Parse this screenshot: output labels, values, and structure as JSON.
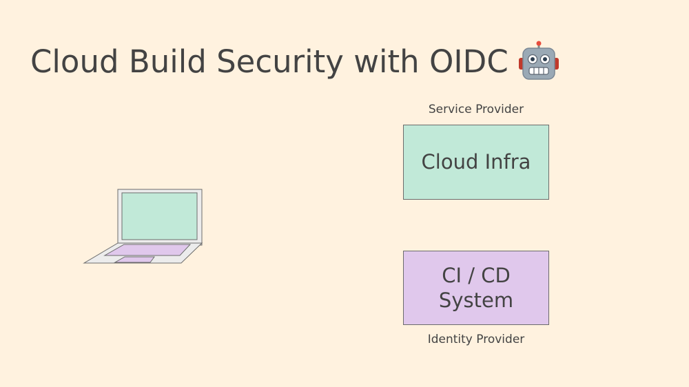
{
  "slide": {
    "title": "Cloud Build Security with OIDC",
    "title_icon": "robot-face-icon"
  },
  "diagram": {
    "service_provider": {
      "caption": "Service Provider",
      "label": "Cloud Infra",
      "fill": "#c1e9d8"
    },
    "identity_provider": {
      "caption": "Identity Provider",
      "label_line1": "CI / CD",
      "label_line2": "System",
      "fill": "#e0c8ec"
    },
    "laptop": {
      "icon": "laptop-icon",
      "screen_fill": "#c1e9d8",
      "keyboard_fill": "#e0c8ec",
      "body_fill": "#ececec"
    }
  },
  "colors": {
    "background": "#fff2df",
    "text": "#434343",
    "outline": "#6b6b6b"
  }
}
